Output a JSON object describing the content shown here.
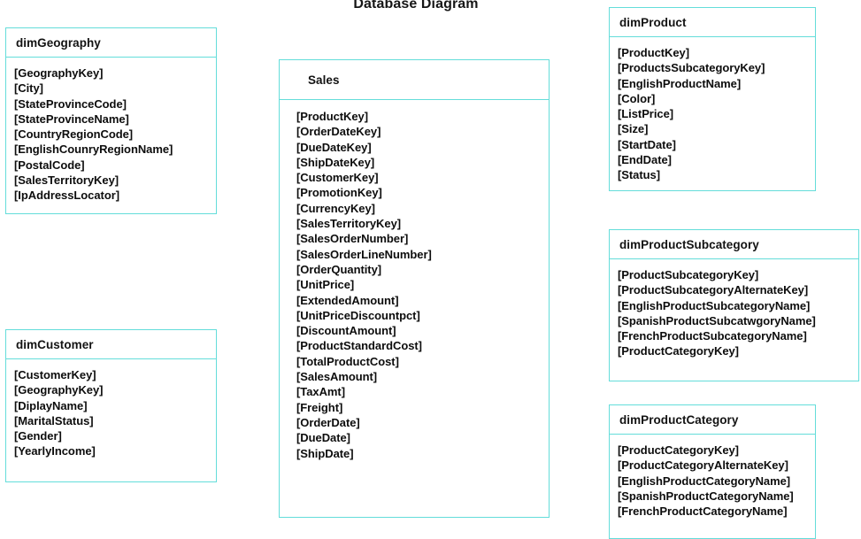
{
  "title": "Database Diagram",
  "style": {
    "border_color": "#64ddda",
    "text_color": "#0d0d0d",
    "background": "#ffffff"
  },
  "entities": {
    "dimGeography": {
      "name": "dimGeography",
      "columns": [
        "[GeographyKey]",
        "[City]",
        "[StateProvinceCode]",
        "[StateProvinceName]",
        "[CountryRegionCode]",
        "[EnglishCounryRegionName]",
        "[PostalCode]",
        "[SalesTerritoryKey]",
        "[IpAddressLocator]"
      ]
    },
    "dimCustomer": {
      "name": "dimCustomer",
      "columns": [
        "[CustomerKey]",
        "[GeographyKey]",
        "[DiplayName]",
        "[MaritalStatus]",
        "[Gender]",
        "[YearlyIncome]"
      ]
    },
    "sales": {
      "name": "Sales",
      "columns": [
        "[ProductKey]",
        "[OrderDateKey]",
        "[DueDateKey]",
        "[ShipDateKey]",
        "[CustomerKey]",
        "[PromotionKey]",
        "[CurrencyKey]",
        "[SalesTerritoryKey]",
        "[SalesOrderNumber]",
        "[SalesOrderLineNumber]",
        "[OrderQuantity]",
        "[UnitPrice]",
        "[ExtendedAmount]",
        "[UnitPriceDiscountpct]",
        "[DiscountAmount]",
        "[ProductStandardCost]",
        "[TotalProductCost]",
        "[SalesAmount]",
        "[TaxAmt]",
        "[Freight]",
        "[OrderDate]",
        "[DueDate]",
        "[ShipDate]"
      ]
    },
    "dimProduct": {
      "name": "dimProduct",
      "columns": [
        "[ProductKey]",
        "[ProductsSubcategoryKey]",
        "[EnglishProductName]",
        "[Color]",
        "[ListPrice]",
        "[Size]",
        "[StartDate]",
        "[EndDate]",
        "[Status]"
      ]
    },
    "dimProductSubcategory": {
      "name": "dimProductSubcategory",
      "columns": [
        "[ProductSubcategoryKey]",
        "[ProductSubcategoryAlternateKey]",
        "[EnglishProductSubcategoryName]",
        "[SpanishProductSubcatwgoryName]",
        "[FrenchProductSubcategoryName]",
        "[ProductCategoryKey]"
      ]
    },
    "dimProductCategory": {
      "name": "dimProductCategory",
      "columns": [
        "[ProductCategoryKey]",
        "[ProductCategoryAlternateKey]",
        "[EnglishProductCategoryName]",
        "[SpanishProductCategoryName]",
        "[FrenchProductCategoryName]"
      ]
    }
  }
}
